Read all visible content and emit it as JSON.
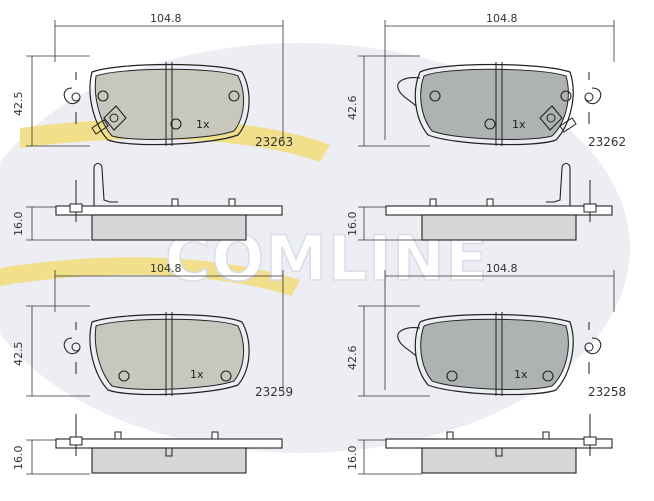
{
  "watermark": {
    "text": "COMLINE",
    "accent_color": "#f1df8c",
    "disc_color": "#eceef4"
  },
  "colors": {
    "pad_fill": "#c7c7be",
    "pad_fill_alt": "#aeb2b1",
    "line": "#222222",
    "side_fill": "#d6d6d6"
  },
  "pads": [
    {
      "code": "23263",
      "width_label": "104.8",
      "height_label": "42.5",
      "thickness_label": "16.0",
      "qty_label": "1x",
      "facing": "left",
      "icon": "brake-pad-front-view"
    },
    {
      "code": "23262",
      "width_label": "104.8",
      "height_label": "42.6",
      "thickness_label": "16.0",
      "qty_label": "1x",
      "facing": "right",
      "icon": "brake-pad-front-view"
    },
    {
      "code": "23259",
      "width_label": "104.8",
      "height_label": "42.5",
      "thickness_label": "16.0",
      "qty_label": "1x",
      "facing": "left",
      "icon": "brake-pad-front-view"
    },
    {
      "code": "23258",
      "width_label": "104.8",
      "height_label": "42.6",
      "thickness_label": "16.0",
      "qty_label": "1x",
      "facing": "right",
      "icon": "brake-pad-front-view"
    }
  ]
}
